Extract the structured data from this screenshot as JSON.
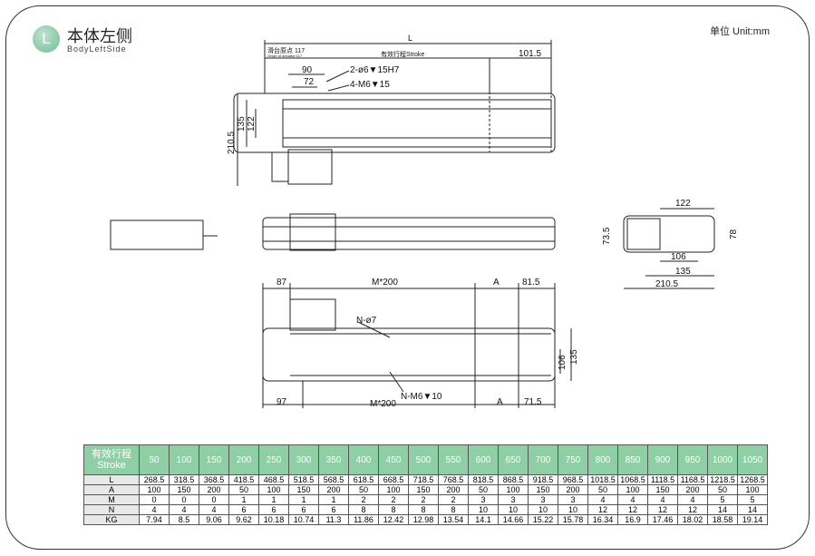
{
  "header": {
    "badge": "L",
    "title_cn": "本体左侧",
    "title_en": "BodyLeftSide",
    "unit": "单位 Unit:mm"
  },
  "top_view": {
    "L": "L",
    "origin_cn": "滑台原点 117",
    "origin_en": "Origin of actuator:117",
    "stroke": "有效行程Stroke",
    "d101": "101.5",
    "d90": "90",
    "d72": "72",
    "hole1": "2-ø6▼15H7",
    "hole2": "4-M6▼15",
    "d210": "210.5",
    "d135": "135",
    "d122": "122"
  },
  "end_view": {
    "d122": "122",
    "d106": "106",
    "d135": "135",
    "d210": "210.5",
    "d73": "73.5",
    "d78": "78"
  },
  "bottom_view": {
    "d87": "87",
    "m200": "M*200",
    "A": "A",
    "d81": "81.5",
    "holeN": "N-ø7",
    "holeNM6": "N-M6▼10",
    "d97": "97",
    "d71": "71.5",
    "d106": "106",
    "d135": "135"
  },
  "table": {
    "header_cn": "有效行程",
    "header_en": "Stroke",
    "strokes": [
      "50",
      "100",
      "150",
      "200",
      "250",
      "300",
      "350",
      "400",
      "450",
      "500",
      "550",
      "600",
      "650",
      "700",
      "750",
      "800",
      "850",
      "900",
      "950",
      "1000",
      "1050"
    ],
    "rows": [
      {
        "label": "L",
        "values": [
          "268.5",
          "318.5",
          "368.5",
          "418.5",
          "468.5",
          "518.5",
          "568.5",
          "618.5",
          "668.5",
          "718.5",
          "768.5",
          "818.5",
          "868.5",
          "918.5",
          "968.5",
          "1018.5",
          "1068.5",
          "1118.5",
          "1168.5",
          "1218.5",
          "1268.5"
        ]
      },
      {
        "label": "A",
        "values": [
          "100",
          "150",
          "200",
          "50",
          "100",
          "150",
          "200",
          "50",
          "100",
          "150",
          "200",
          "50",
          "100",
          "150",
          "200",
          "50",
          "100",
          "150",
          "200",
          "50",
          "100"
        ]
      },
      {
        "label": "M",
        "values": [
          "0",
          "0",
          "0",
          "1",
          "1",
          "1",
          "1",
          "2",
          "2",
          "2",
          "2",
          "3",
          "3",
          "3",
          "3",
          "4",
          "4",
          "4",
          "4",
          "5",
          "5"
        ]
      },
      {
        "label": "N",
        "values": [
          "4",
          "4",
          "4",
          "6",
          "6",
          "6",
          "6",
          "8",
          "8",
          "8",
          "8",
          "10",
          "10",
          "10",
          "10",
          "12",
          "12",
          "12",
          "12",
          "14",
          "14"
        ]
      },
      {
        "label": "KG",
        "values": [
          "7.94",
          "8.5",
          "9.06",
          "9.62",
          "10.18",
          "10.74",
          "11.3",
          "11.86",
          "12.42",
          "12.98",
          "13.54",
          "14.1",
          "14.66",
          "15.22",
          "15.78",
          "16.34",
          "16.9",
          "17.46",
          "18.02",
          "18.58",
          "19.14"
        ]
      }
    ]
  }
}
